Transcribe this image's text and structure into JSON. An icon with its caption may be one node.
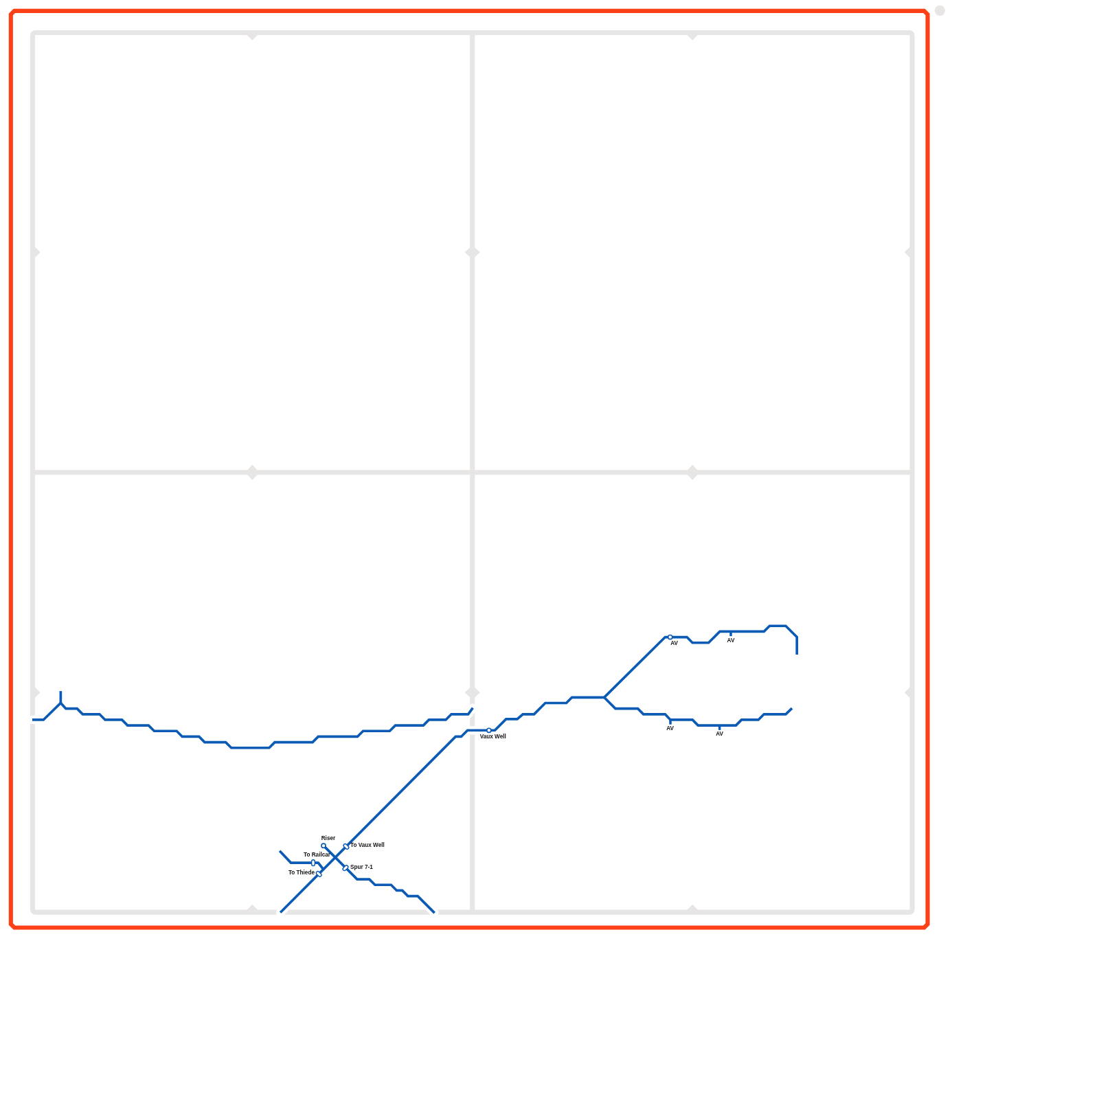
{
  "diagram": {
    "labels": [
      "AV",
      "AV",
      "AV",
      "AV",
      "Vaux Well",
      "Riser",
      "To Vaux Well",
      "To Railcar",
      "Spur 7-1",
      "To Thiede"
    ]
  }
}
